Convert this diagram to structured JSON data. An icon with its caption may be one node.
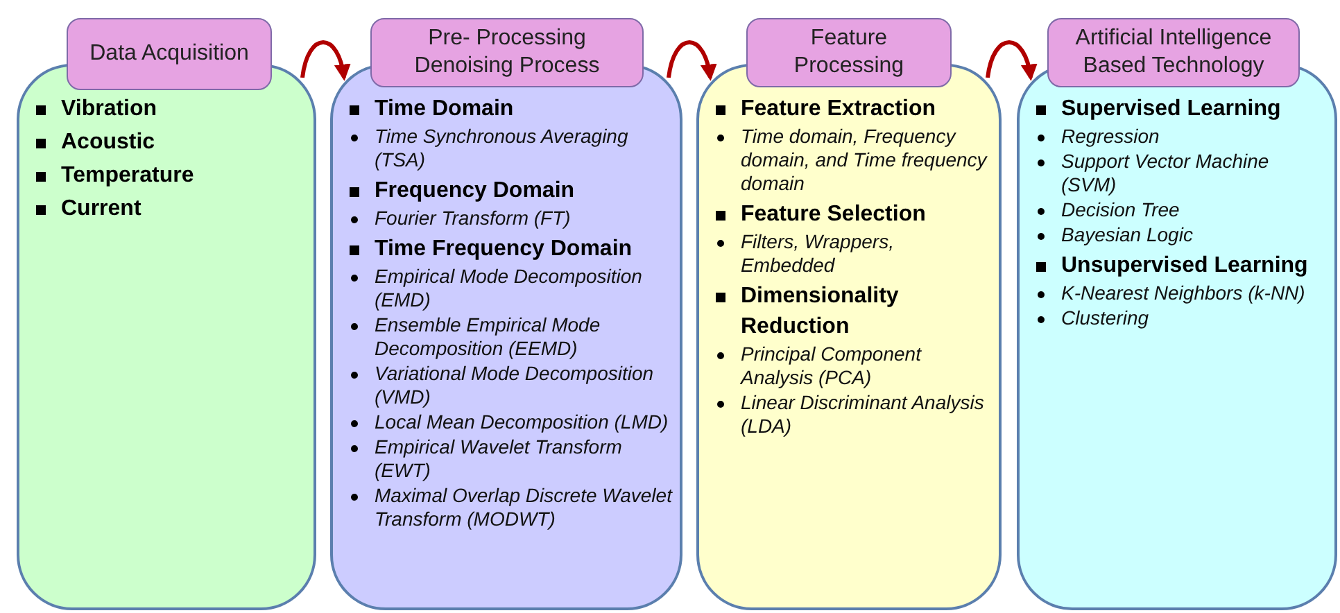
{
  "diagram": {
    "nodes": [
      {
        "text": [
          "Data Acquisition"
        ]
      },
      {
        "text": [
          "Vibration",
          "Acoustic",
          "Temperature",
          "Current"
        ]
      },
      {
        "text": [
          "Pre- Processing Denoising Process"
        ]
      },
      {
        "text": [
          "Time Domain",
          "Time Synchronous Averaging (TSA)",
          "Frequency Domain",
          "Fourier Transform (FT)",
          "Time Frequency Domain",
          "Empirical Mode Decomposition (EMD)",
          "Ensemble Empirical Mode Decomposition (EEMD)",
          "Variational Mode Decomposition (VMD)",
          "Local Mean Decomposition (LMD)",
          "Empirical Wavelet Transform (EWT)",
          "Maximal Overlap Discrete Wavelet Transform (MODWT)"
        ]
      },
      {
        "text": [
          "Feature Processing"
        ]
      },
      {
        "text": [
          "Feature Extraction",
          "Time domain, Frequency domain, and Time frequency domain",
          "Feature Selection",
          "Filters, Wrappers, Embedded",
          "Dimensionality Reduction",
          "Principal Component Analysis (PCA)",
          "Linear Discriminant Analysis (LDA)"
        ]
      },
      {
        "text": [
          "Artificial Intelligence Based Technology"
        ]
      },
      {
        "text": [
          "Supervised Learning",
          "Regression",
          "Support Vector Machine (SVM)",
          "Decision Tree",
          "Bayesian Logic",
          "Unsupervised Learning",
          "K-Nearest Neighbors (k-NN)",
          "Clustering"
        ]
      }
    ],
    "edges": [
      {
        "from": 1,
        "to": 3,
        "arrow": "to"
      },
      {
        "from": 3,
        "to": 5,
        "arrow": "to"
      },
      {
        "from": 5,
        "to": 7,
        "arrow": "to"
      }
    ]
  }
}
